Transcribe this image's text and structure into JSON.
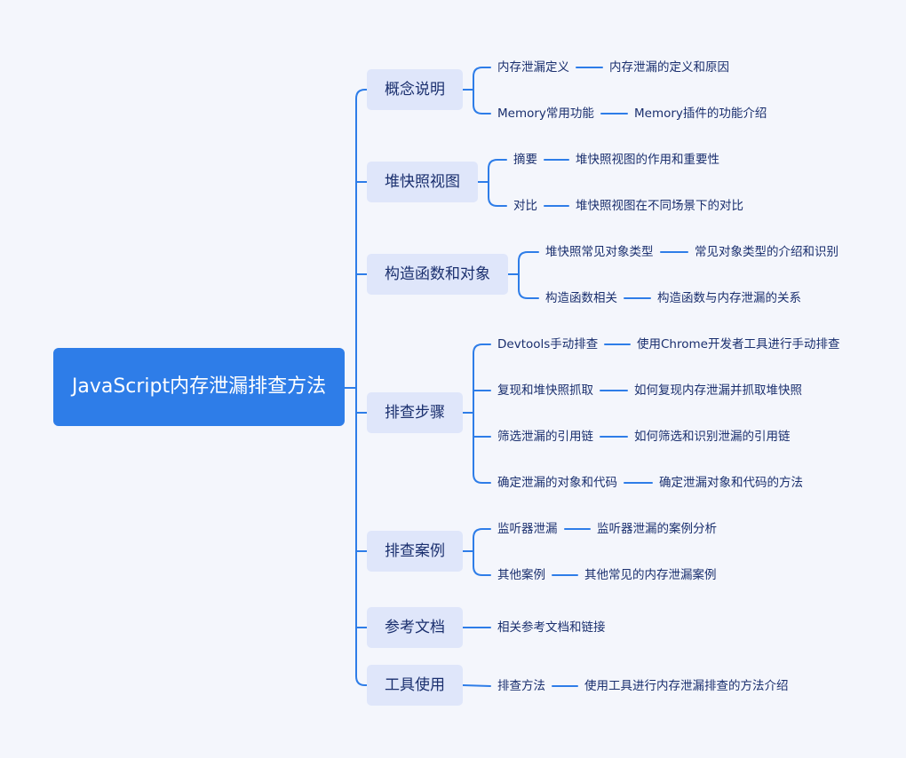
{
  "root": {
    "title": "JavaScript内存泄漏排查方法"
  },
  "branches": [
    {
      "label": "概念说明",
      "children": [
        {
          "label": "内存泄漏定义",
          "detail": "内存泄漏的定义和原因"
        },
        {
          "label": "Memory常用功能",
          "detail": "Memory插件的功能介绍"
        }
      ]
    },
    {
      "label": "堆快照视图",
      "children": [
        {
          "label": "摘要",
          "detail": "堆快照视图的作用和重要性"
        },
        {
          "label": "对比",
          "detail": "堆快照视图在不同场景下的对比"
        }
      ]
    },
    {
      "label": "构造函数和对象",
      "children": [
        {
          "label": "堆快照常见对象类型",
          "detail": "常见对象类型的介绍和识别"
        },
        {
          "label": "构造函数相关",
          "detail": "构造函数与内存泄漏的关系"
        }
      ]
    },
    {
      "label": "排查步骤",
      "children": [
        {
          "label": "Devtools手动排查",
          "detail": "使用Chrome开发者工具进行手动排查"
        },
        {
          "label": "复现和堆快照抓取",
          "detail": "如何复现内存泄漏并抓取堆快照"
        },
        {
          "label": "筛选泄漏的引用链",
          "detail": "如何筛选和识别泄漏的引用链"
        },
        {
          "label": "确定泄漏的对象和代码",
          "detail": "确定泄漏对象和代码的方法"
        }
      ]
    },
    {
      "label": "排查案例",
      "children": [
        {
          "label": "监听器泄漏",
          "detail": "监听器泄漏的案例分析"
        },
        {
          "label": "其他案例",
          "detail": "其他常见的内存泄漏案例"
        }
      ]
    },
    {
      "label": "参考文档",
      "children": [
        {
          "label": "相关参考文档和链接"
        }
      ]
    },
    {
      "label": "工具使用",
      "children": [
        {
          "label": "排查方法",
          "detail": "使用工具进行内存泄漏排查的方法介绍"
        }
      ]
    }
  ]
}
